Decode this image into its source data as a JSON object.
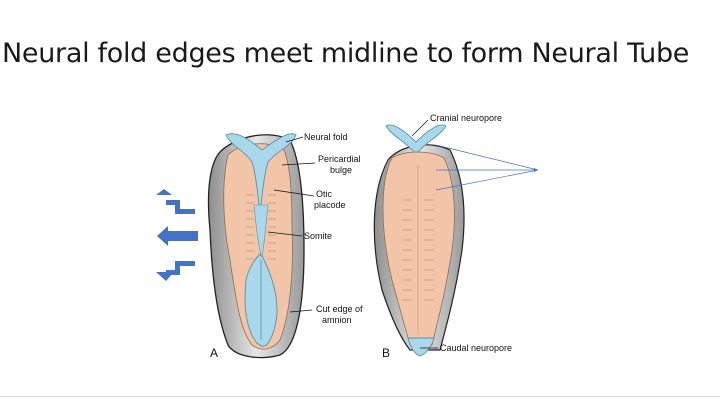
{
  "slide": {
    "title": "Neural fold edges meet midline to form Neural Tube"
  },
  "figure": {
    "panel_a": {
      "letter": "A",
      "labels": {
        "neural_fold": "Neural fold",
        "pericardial_1": "Pericardial",
        "pericardial_2": "bulge",
        "otic_1": "Otic",
        "otic_2": "placode",
        "somite": "Somite",
        "amnion_1": "Cut edge of",
        "amnion_2": "amnion"
      }
    },
    "panel_b": {
      "letter": "B",
      "labels": {
        "cranial": "Cranial neuropore",
        "caudal": "Caudal neuropore"
      }
    }
  },
  "colors": {
    "tissue": "#f2c4a8",
    "neural": "#a9d8ea",
    "amnion": "#b9b9b9",
    "arrow": "#4472c4"
  },
  "icons": [
    "arrow-left-up-icon",
    "arrow-left-icon",
    "arrow-left-down-icon"
  ]
}
